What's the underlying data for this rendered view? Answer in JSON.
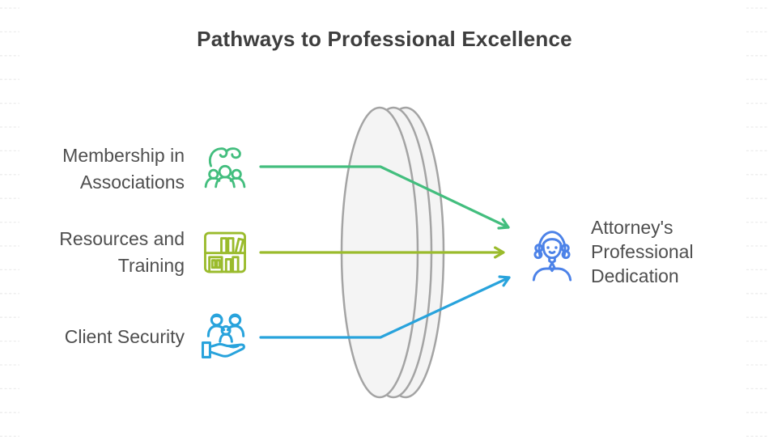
{
  "title": "Pathways to Professional Excellence",
  "colors": {
    "green": "#43BE7E",
    "olive": "#9ABB2C",
    "blue": "#28A3DC",
    "attorney_blue": "#4C82E8",
    "lens_fill": "#F4F4F4",
    "lens_stroke": "#A4A4A4",
    "title_text": "#3E3E3E",
    "label_text": "#4F4F4F",
    "ruling_line": "#ECECEC"
  },
  "sources": [
    {
      "id": "membership",
      "line1": "Membership in",
      "line2": "Associations",
      "icon": "community-hand-icon",
      "color_key": "green"
    },
    {
      "id": "resources",
      "line1": "Resources and",
      "line2": "Training",
      "icon": "bookshelf-icon",
      "color_key": "olive"
    },
    {
      "id": "client-security",
      "line1": "Client Security",
      "line2": "",
      "icon": "family-care-icon",
      "color_key": "blue"
    }
  ],
  "lens": {
    "shape": "convergence-lens"
  },
  "target": {
    "line1": "Attorney's",
    "line2": "Professional",
    "line3": "Dedication",
    "icon": "attorney-icon"
  }
}
